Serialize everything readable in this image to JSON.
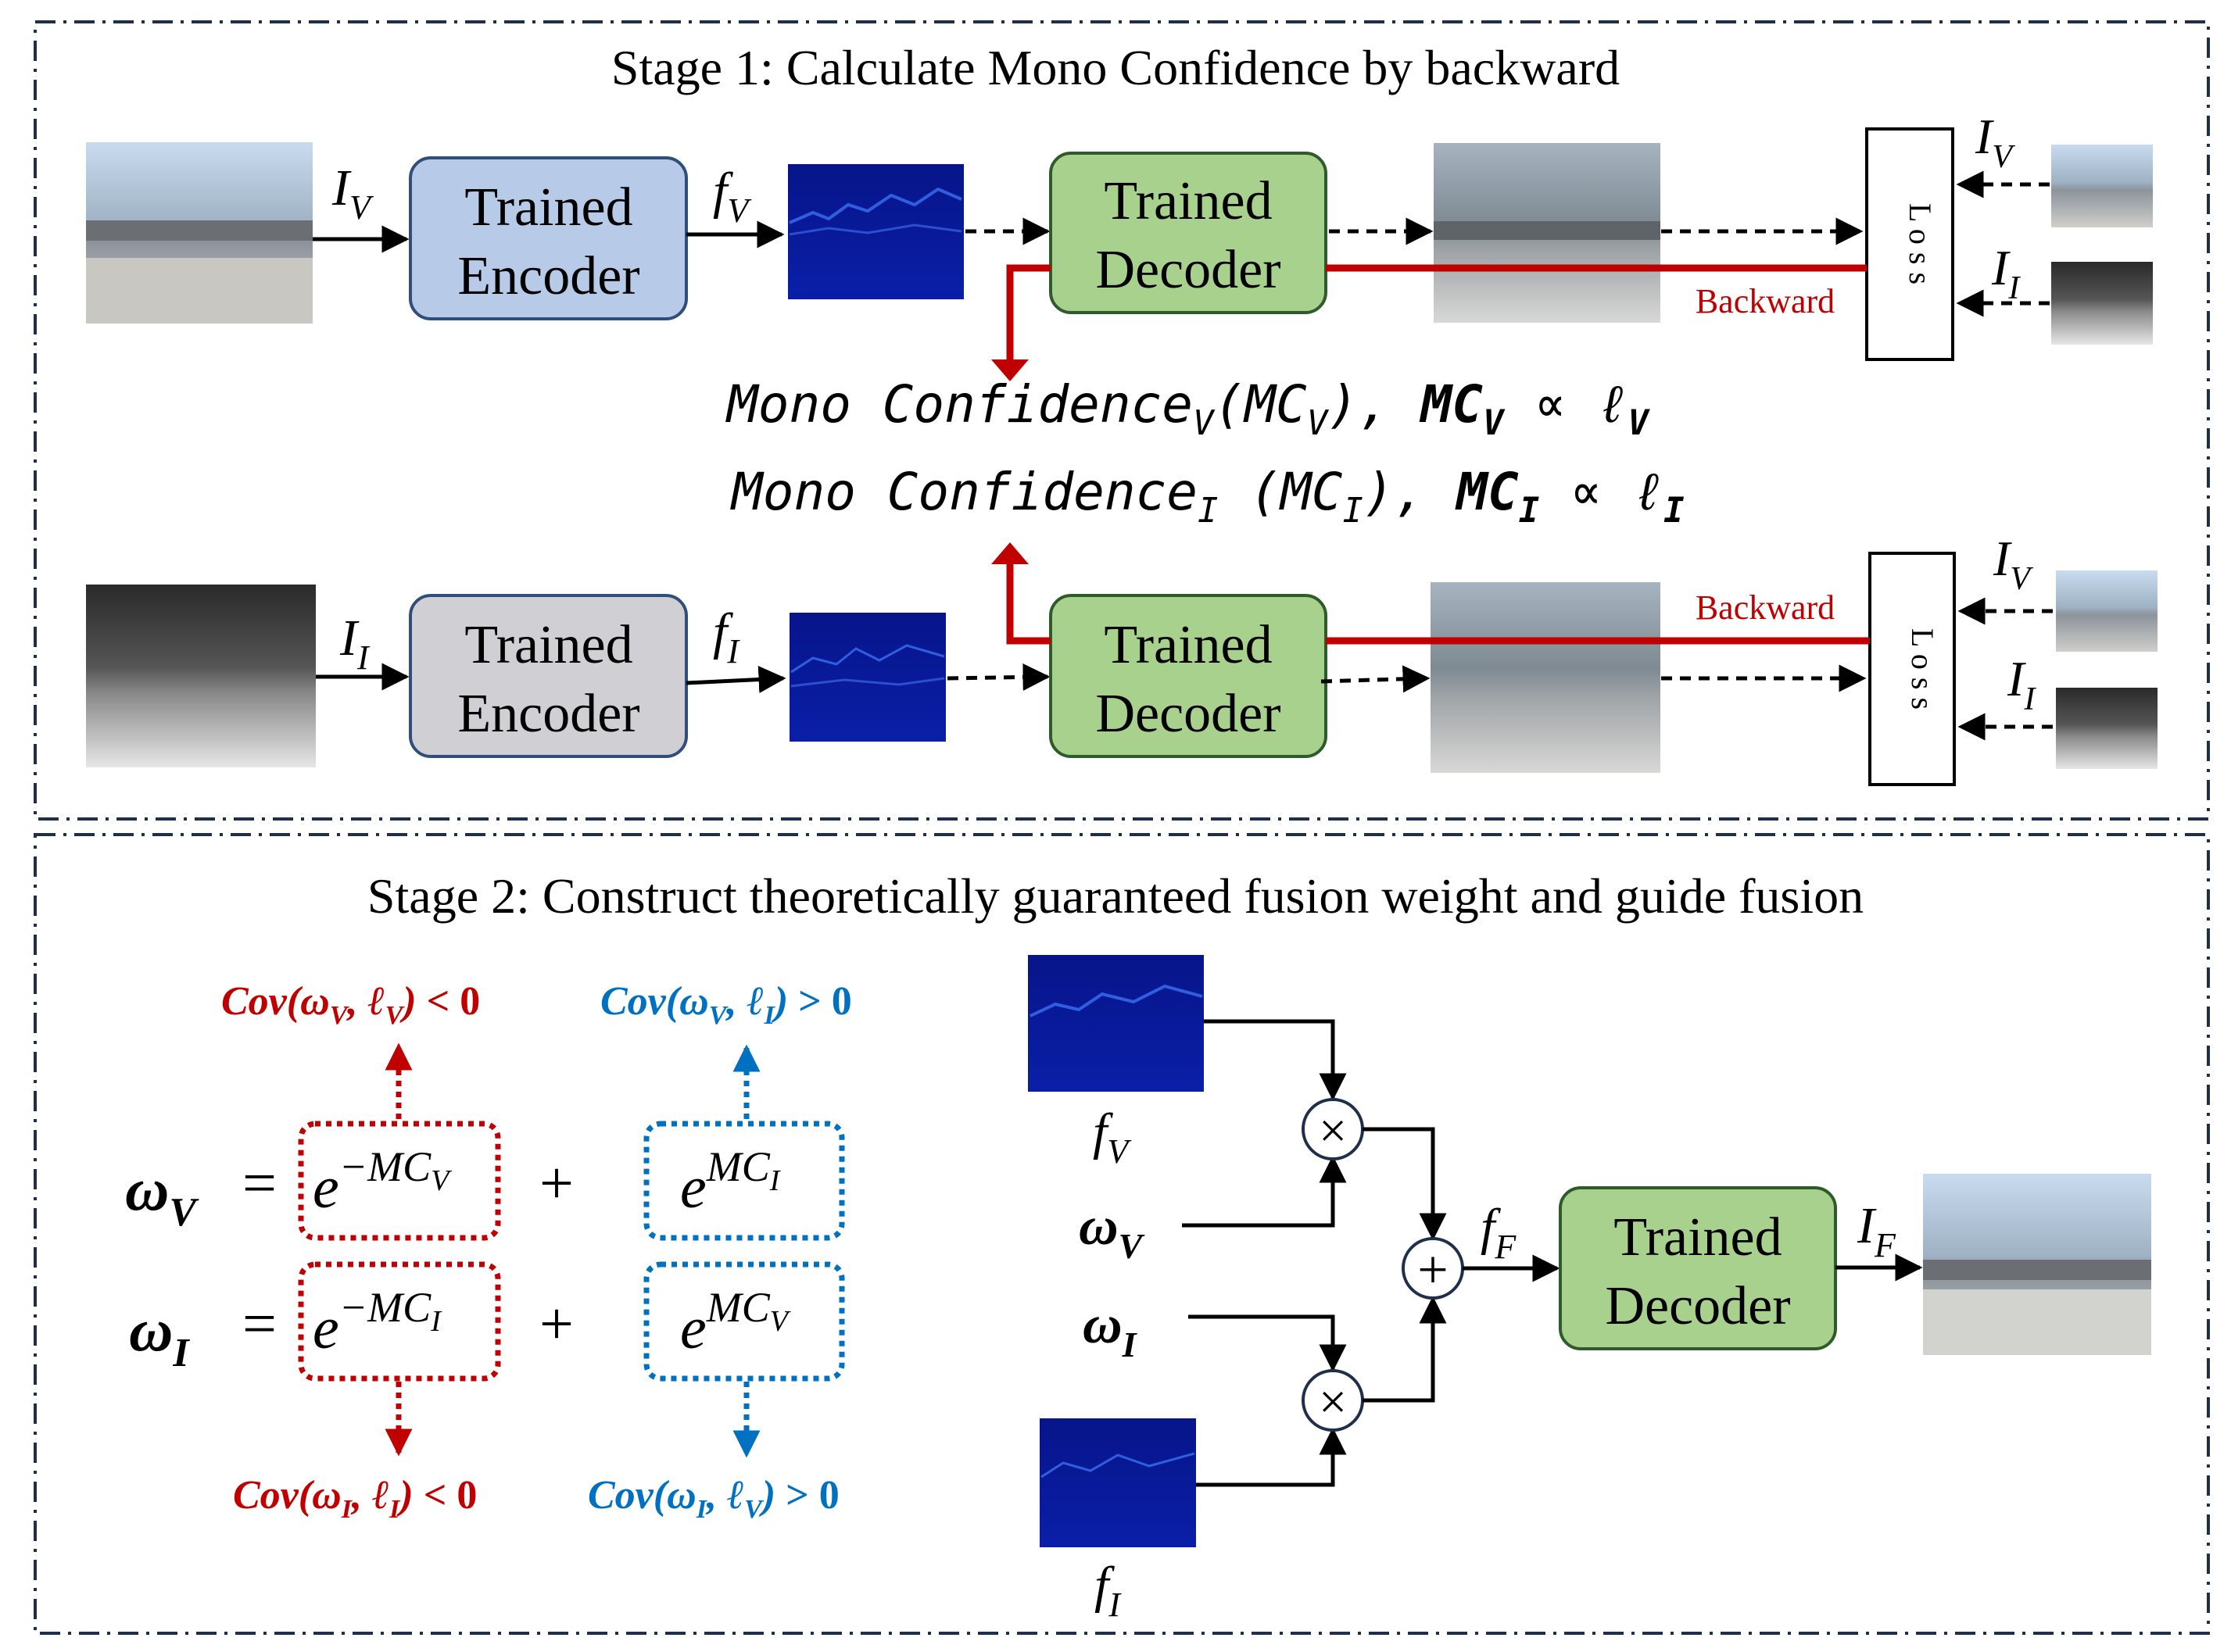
{
  "stage1": {
    "title": "Stage 1: Calculate Mono Confidence by backward",
    "encoder_label": [
      "Trained",
      "Encoder"
    ],
    "decoder_label": [
      "Trained",
      "Decoder"
    ],
    "loss_label": "L o s s",
    "backward_label": "Backward",
    "input_v": {
      "base": "I",
      "sub": "V"
    },
    "input_i": {
      "base": "I",
      "sub": "I"
    },
    "feat_v": {
      "base": "f",
      "sub": "V"
    },
    "feat_i": {
      "base": "f",
      "sub": "I"
    },
    "gt_v": {
      "base": "I",
      "sub": "V"
    },
    "gt_i": {
      "base": "I",
      "sub": "I"
    },
    "mc_v_line": {
      "name": "Mono Confidence",
      "name_sub": "V",
      "abbr": "MC",
      "abbr_sub": "V",
      "bold": "MC",
      "bold_sub": "V",
      "prop": "∝",
      "loss": "ℓ",
      "loss_sub": "V"
    },
    "mc_i_line": {
      "name": "Mono Confidence",
      "name_sub": "I",
      "abbr": "MC",
      "abbr_sub": "I",
      "bold": "MC",
      "bold_sub": "I",
      "prop": "∝",
      "loss": "ℓ",
      "loss_sub": "I"
    }
  },
  "stage2": {
    "title": "Stage 2: Construct theoretically guaranteed fusion weight and guide fusion",
    "eq_v": {
      "lhs": "ω",
      "lhs_sub": "V",
      "eq": "=",
      "term1": "e",
      "term1_sup": "−MC",
      "term1_sup_sub": "V",
      "plus": "+",
      "term2": "e",
      "term2_sup": "MC",
      "term2_sup_sub": "I"
    },
    "eq_i": {
      "lhs": "ω",
      "lhs_sub": "I",
      "eq": "=",
      "term1": "e",
      "term1_sup": "−MC",
      "term1_sup_sub": "I",
      "plus": "+",
      "term2": "e",
      "term2_sup": "MC",
      "term2_sup_sub": "V"
    },
    "cov_top_red": {
      "fn": "Cov",
      "w": "ω",
      "w_sub": "V",
      "l": "ℓ",
      "l_sub": "V",
      "rel": "< 0"
    },
    "cov_top_blue": {
      "fn": "Cov",
      "w": "ω",
      "w_sub": "V",
      "l": "ℓ",
      "l_sub": "I",
      "rel": "> 0"
    },
    "cov_bot_red": {
      "fn": "Cov",
      "w": "ω",
      "w_sub": "I",
      "l": "ℓ",
      "l_sub": "I",
      "rel": "< 0"
    },
    "cov_bot_blue": {
      "fn": "Cov",
      "w": "ω",
      "w_sub": "I",
      "l": "ℓ",
      "l_sub": "V",
      "rel": "> 0"
    },
    "fusion": {
      "fv": {
        "base": "f",
        "sub": "V"
      },
      "fi": {
        "base": "f",
        "sub": "I"
      },
      "wv": {
        "base": "ω",
        "sub": "V"
      },
      "wi": {
        "base": "ω",
        "sub": "I"
      },
      "ff": {
        "base": "f",
        "sub": "F"
      },
      "if": {
        "base": "I",
        "sub": "F"
      },
      "times": "×",
      "plus": "+",
      "decoder_label": [
        "Trained",
        "Decoder"
      ]
    }
  },
  "colors": {
    "frame": "#1f2f4a",
    "encoder_v": "#b7cbe8",
    "encoder_i": "#d0d0d4",
    "decoder": "#a9d18e",
    "backward": "#c00000",
    "red": "#c00000",
    "blue": "#0070c0",
    "feature": "#0a1a9a"
  }
}
